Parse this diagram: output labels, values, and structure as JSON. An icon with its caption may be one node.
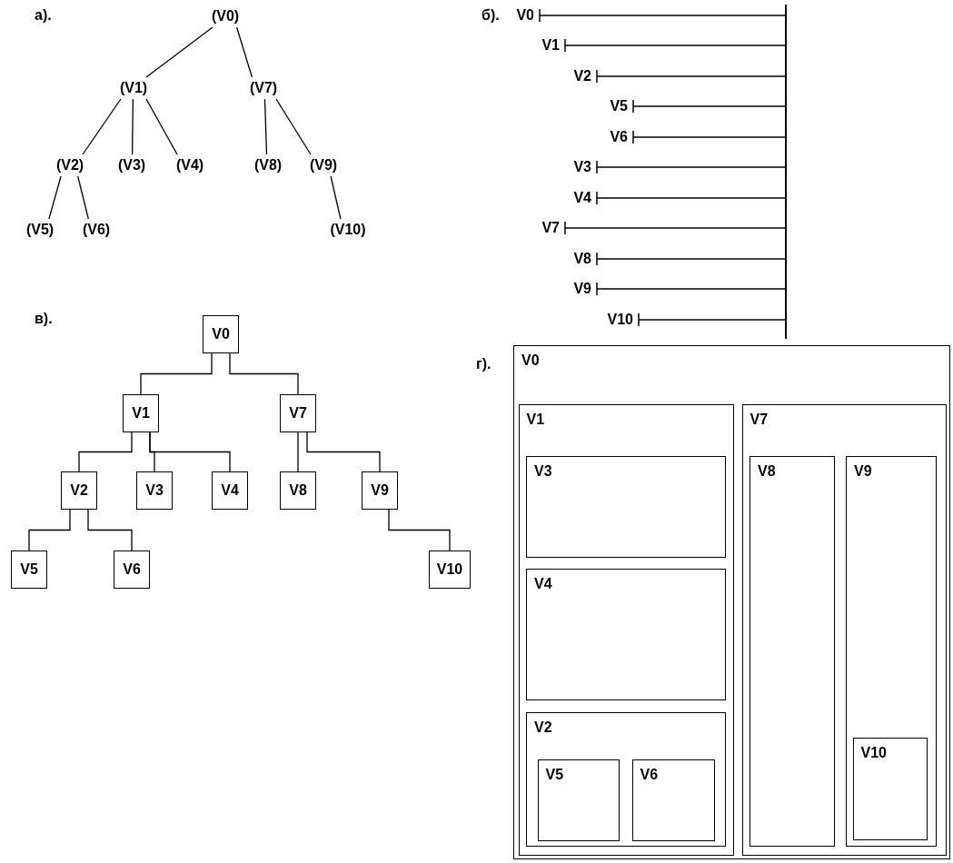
{
  "diagram": {
    "nodes": [
      {
        "text": [
          "(V0)"
        ]
      },
      {
        "text": [
          "(V1)"
        ]
      },
      {
        "text": [
          "(V7)"
        ]
      },
      {
        "text": [
          "(V2)"
        ]
      },
      {
        "text": [
          "(V3)"
        ]
      },
      {
        "text": [
          "(V4)"
        ]
      },
      {
        "text": [
          "(V8)"
        ]
      },
      {
        "text": [
          "(V9)"
        ]
      },
      {
        "text": [
          "(V5)"
        ]
      },
      {
        "text": [
          "(V6)"
        ]
      },
      {
        "text": [
          "(V10)"
        ]
      },
      {
        "text": [
          "V0"
        ]
      },
      {
        "text": [
          "V1"
        ]
      },
      {
        "text": [
          "V2"
        ]
      },
      {
        "text": [
          "V5"
        ]
      },
      {
        "text": [
          "V6"
        ]
      },
      {
        "text": [
          "V3"
        ]
      },
      {
        "text": [
          "V4"
        ]
      },
      {
        "text": [
          "V7"
        ]
      },
      {
        "text": [
          "V8"
        ]
      },
      {
        "text": [
          "V9"
        ]
      },
      {
        "text": [
          "V10"
        ]
      },
      {
        "text": [],
        "shape": "bar"
      },
      {
        "text": [
          "V0"
        ]
      },
      {
        "text": [
          "V1"
        ]
      },
      {
        "text": [
          "V7"
        ]
      },
      {
        "text": [
          "V2"
        ]
      },
      {
        "text": [
          "V3"
        ]
      },
      {
        "text": [
          "V4"
        ]
      },
      {
        "text": [
          "V8"
        ]
      },
      {
        "text": [
          "V9"
        ]
      },
      {
        "text": [
          "V5"
        ]
      },
      {
        "text": [
          "V6"
        ]
      },
      {
        "text": [
          "V10"
        ]
      },
      {
        "text": [
          "V0"
        ]
      },
      {
        "text": [
          "V1"
        ],
        "in": 34
      },
      {
        "text": [
          "V7"
        ],
        "in": 34
      },
      {
        "text": [
          "V3"
        ],
        "in": 35
      },
      {
        "text": [
          "V8"
        ],
        "in": 36
      },
      {
        "text": [
          "V9"
        ],
        "in": 36
      },
      {
        "text": [
          "V4"
        ],
        "in": 35
      },
      {
        "text": [
          "V2"
        ],
        "in": 35
      },
      {
        "text": [
          "V5"
        ],
        "in": 41
      },
      {
        "text": [
          "V6"
        ],
        "in": 41
      },
      {
        "text": [
          "V10"
        ],
        "in": 39
      }
    ],
    "edges": [
      {
        "from": 0,
        "to": 1,
        "arrow": "none"
      },
      {
        "from": 0,
        "to": 2,
        "arrow": "none"
      },
      {
        "from": 1,
        "to": 3,
        "arrow": "none"
      },
      {
        "from": 1,
        "to": 4,
        "arrow": "none"
      },
      {
        "from": 1,
        "to": 5,
        "arrow": "none"
      },
      {
        "from": 2,
        "to": 6,
        "arrow": "none"
      },
      {
        "from": 2,
        "to": 7,
        "arrow": "none"
      },
      {
        "from": 3,
        "to": 8,
        "arrow": "none"
      },
      {
        "from": 3,
        "to": 9,
        "arrow": "none"
      },
      {
        "from": 7,
        "to": 10,
        "arrow": "none"
      },
      {
        "from": 11,
        "to": 22,
        "arrow": "other"
      },
      {
        "from": 12,
        "to": 22,
        "arrow": "other"
      },
      {
        "from": 13,
        "to": 22,
        "arrow": "other"
      },
      {
        "from": 14,
        "to": 22,
        "arrow": "other"
      },
      {
        "from": 15,
        "to": 22,
        "arrow": "other"
      },
      {
        "from": 16,
        "to": 22,
        "arrow": "other"
      },
      {
        "from": 17,
        "to": 22,
        "arrow": "other"
      },
      {
        "from": 18,
        "to": 22,
        "arrow": "other"
      },
      {
        "from": 19,
        "to": 22,
        "arrow": "other"
      },
      {
        "from": 20,
        "to": 22,
        "arrow": "other"
      },
      {
        "from": 21,
        "to": 22,
        "arrow": "other"
      },
      {
        "from": 23,
        "to": 24,
        "arrow": "none"
      },
      {
        "from": 23,
        "to": 25,
        "arrow": "none"
      },
      {
        "from": 24,
        "to": 26,
        "arrow": "none"
      },
      {
        "from": 24,
        "to": 27,
        "arrow": "none"
      },
      {
        "from": 24,
        "to": 28,
        "arrow": "none"
      },
      {
        "from": 25,
        "to": 29,
        "arrow": "none"
      },
      {
        "from": 25,
        "to": 30,
        "arrow": "none"
      },
      {
        "from": 26,
        "to": 31,
        "arrow": "none"
      },
      {
        "from": 26,
        "to": 32,
        "arrow": "none"
      },
      {
        "from": 30,
        "to": 33,
        "arrow": "none"
      }
    ],
    "labels": [
      "а).",
      "б).",
      "в).",
      "г)."
    ]
  }
}
